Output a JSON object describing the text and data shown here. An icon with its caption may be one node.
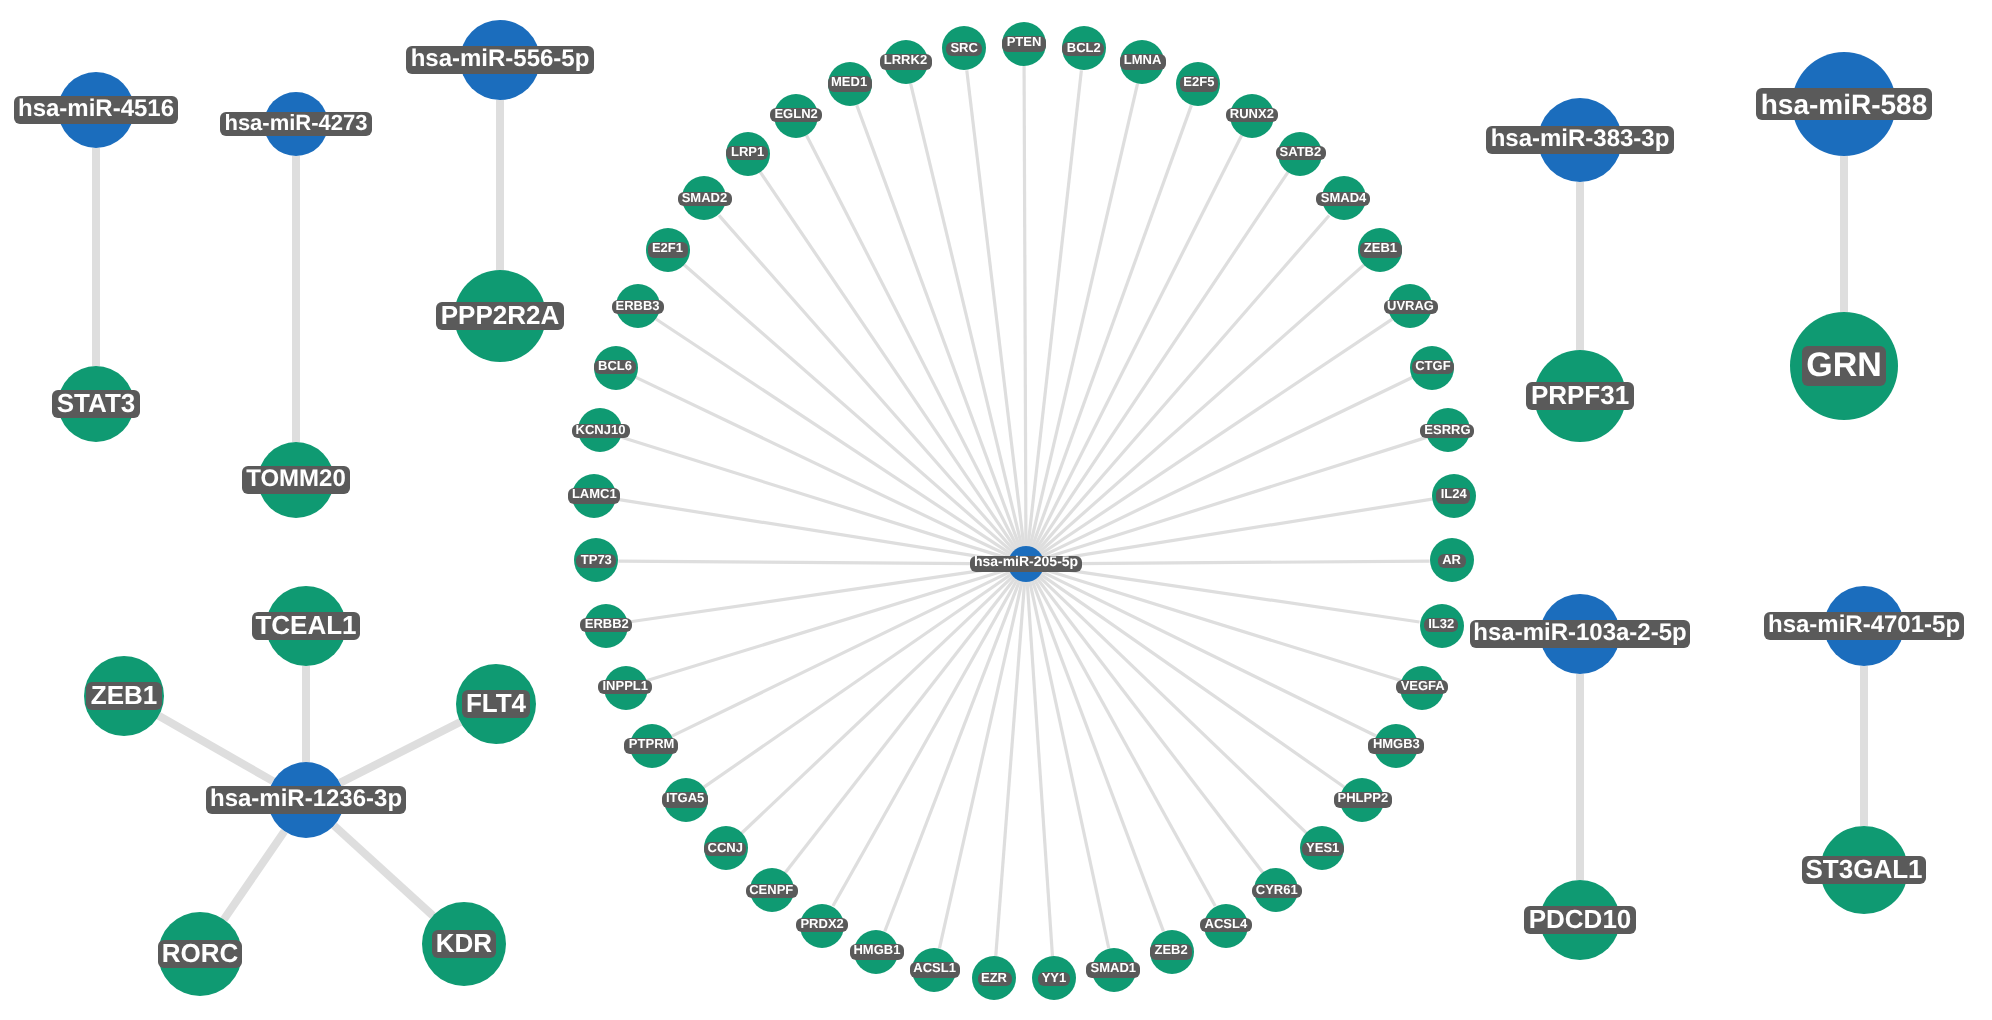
{
  "diagram": {
    "nodes": [
      {
        "text": [
          "hsa-miR-4516"
        ]
      },
      {
        "text": [
          "STAT3"
        ]
      },
      {
        "text": [
          "hsa-miR-4273"
        ]
      },
      {
        "text": [
          "TOMM20"
        ]
      },
      {
        "text": [
          "hsa-miR-556-5p"
        ]
      },
      {
        "text": [
          "PPP2R2A"
        ]
      },
      {
        "text": [
          "hsa-miR-1236-3p"
        ]
      },
      {
        "text": [
          "TCEAL1"
        ]
      },
      {
        "text": [
          "ZEB1"
        ]
      },
      {
        "text": [
          "FLT4"
        ]
      },
      {
        "text": [
          "RORC"
        ]
      },
      {
        "text": [
          "KDR"
        ]
      },
      {
        "text": [
          "hsa-miR-205-5p"
        ]
      },
      {
        "text": [
          "PTEN"
        ]
      },
      {
        "text": [
          "BCL2"
        ]
      },
      {
        "text": [
          "LMNA"
        ]
      },
      {
        "text": [
          "E2F5"
        ]
      },
      {
        "text": [
          "RUNX2"
        ]
      },
      {
        "text": [
          "SATB2"
        ]
      },
      {
        "text": [
          "SMAD4"
        ]
      },
      {
        "text": [
          "ZEB1"
        ]
      },
      {
        "text": [
          "UVRAG"
        ]
      },
      {
        "text": [
          "CTGF"
        ]
      },
      {
        "text": [
          "ESRRG"
        ]
      },
      {
        "text": [
          "IL24"
        ]
      },
      {
        "text": [
          "AR"
        ]
      },
      {
        "text": [
          "IL32"
        ]
      },
      {
        "text": [
          "VEGFA"
        ]
      },
      {
        "text": [
          "HMGB3"
        ]
      },
      {
        "text": [
          "PHLPP2"
        ]
      },
      {
        "text": [
          "YES1"
        ]
      },
      {
        "text": [
          "CYR61"
        ]
      },
      {
        "text": [
          "ACSL4"
        ]
      },
      {
        "text": [
          "ZEB2"
        ]
      },
      {
        "text": [
          "SMAD1"
        ]
      },
      {
        "text": [
          "YY1"
        ]
      },
      {
        "text": [
          "EZR"
        ]
      },
      {
        "text": [
          "ACSL1"
        ]
      },
      {
        "text": [
          "HMGB1"
        ]
      },
      {
        "text": [
          "PRDX2"
        ]
      },
      {
        "text": [
          "CENPF"
        ]
      },
      {
        "text": [
          "CCNJ"
        ]
      },
      {
        "text": [
          "ITGA5"
        ]
      },
      {
        "text": [
          "PTPRM"
        ]
      },
      {
        "text": [
          "INPPL1"
        ]
      },
      {
        "text": [
          "ERBB2"
        ]
      },
      {
        "text": [
          "TP73"
        ]
      },
      {
        "text": [
          "LAMC1"
        ]
      },
      {
        "text": [
          "KCNJ10"
        ]
      },
      {
        "text": [
          "BCL6"
        ]
      },
      {
        "text": [
          "ERBB3"
        ]
      },
      {
        "text": [
          "E2F1"
        ]
      },
      {
        "text": [
          "SMAD2"
        ]
      },
      {
        "text": [
          "LRP1"
        ]
      },
      {
        "text": [
          "EGLN2"
        ]
      },
      {
        "text": [
          "MED1"
        ]
      },
      {
        "text": [
          "LRRK2"
        ]
      },
      {
        "text": [
          "SRC"
        ]
      },
      {
        "text": [
          "hsa-miR-383-3p"
        ]
      },
      {
        "text": [
          "PRPF31"
        ]
      },
      {
        "text": [
          "hsa-miR-588"
        ]
      },
      {
        "text": [
          "GRN"
        ]
      },
      {
        "text": [
          "hsa-miR-103a-2-5p"
        ]
      },
      {
        "text": [
          "PDCD10"
        ]
      },
      {
        "text": [
          "hsa-miR-4701-5p"
        ]
      },
      {
        "text": [
          "ST3GAL1"
        ]
      }
    ],
    "edges": [
      {
        "from": 0,
        "to": 1,
        "arrow": "none",
        "style": "thick"
      },
      {
        "from": 2,
        "to": 3,
        "arrow": "none",
        "style": "thick"
      },
      {
        "from": 4,
        "to": 5,
        "arrow": "none",
        "style": "thick"
      },
      {
        "from": 6,
        "to": 7,
        "arrow": "none",
        "style": "thick"
      },
      {
        "from": 6,
        "to": 8,
        "arrow": "none",
        "style": "thick"
      },
      {
        "from": 6,
        "to": 9,
        "arrow": "none",
        "style": "thick"
      },
      {
        "from": 6,
        "to": 10,
        "arrow": "none",
        "style": "thick"
      },
      {
        "from": 6,
        "to": 11,
        "arrow": "none",
        "style": "thick"
      },
      {
        "from": 12,
        "to": 13,
        "arrow": "none"
      },
      {
        "from": 12,
        "to": 14,
        "arrow": "none"
      },
      {
        "from": 12,
        "to": 15,
        "arrow": "none"
      },
      {
        "from": 12,
        "to": 16,
        "arrow": "none"
      },
      {
        "from": 12,
        "to": 17,
        "arrow": "none"
      },
      {
        "from": 12,
        "to": 18,
        "arrow": "none"
      },
      {
        "from": 12,
        "to": 19,
        "arrow": "none"
      },
      {
        "from": 12,
        "to": 20,
        "arrow": "none"
      },
      {
        "from": 12,
        "to": 21,
        "arrow": "none"
      },
      {
        "from": 12,
        "to": 22,
        "arrow": "none"
      },
      {
        "from": 12,
        "to": 23,
        "arrow": "none"
      },
      {
        "from": 12,
        "to": 24,
        "arrow": "none"
      },
      {
        "from": 12,
        "to": 25,
        "arrow": "none"
      },
      {
        "from": 12,
        "to": 26,
        "arrow": "none"
      },
      {
        "from": 12,
        "to": 27,
        "arrow": "none"
      },
      {
        "from": 12,
        "to": 28,
        "arrow": "none"
      },
      {
        "from": 12,
        "to": 29,
        "arrow": "none"
      },
      {
        "from": 12,
        "to": 30,
        "arrow": "none"
      },
      {
        "from": 12,
        "to": 31,
        "arrow": "none"
      },
      {
        "from": 12,
        "to": 32,
        "arrow": "none"
      },
      {
        "from": 12,
        "to": 33,
        "arrow": "none"
      },
      {
        "from": 12,
        "to": 34,
        "arrow": "none"
      },
      {
        "from": 12,
        "to": 35,
        "arrow": "none"
      },
      {
        "from": 12,
        "to": 36,
        "arrow": "none"
      },
      {
        "from": 12,
        "to": 37,
        "arrow": "none"
      },
      {
        "from": 12,
        "to": 38,
        "arrow": "none"
      },
      {
        "from": 12,
        "to": 39,
        "arrow": "none"
      },
      {
        "from": 12,
        "to": 40,
        "arrow": "none"
      },
      {
        "from": 12,
        "to": 41,
        "arrow": "none"
      },
      {
        "from": 12,
        "to": 42,
        "arrow": "none"
      },
      {
        "from": 12,
        "to": 43,
        "arrow": "none"
      },
      {
        "from": 12,
        "to": 44,
        "arrow": "none"
      },
      {
        "from": 12,
        "to": 45,
        "arrow": "none"
      },
      {
        "from": 12,
        "to": 46,
        "arrow": "none"
      },
      {
        "from": 12,
        "to": 47,
        "arrow": "none"
      },
      {
        "from": 12,
        "to": 48,
        "arrow": "none"
      },
      {
        "from": 12,
        "to": 49,
        "arrow": "none"
      },
      {
        "from": 12,
        "to": 50,
        "arrow": "none"
      },
      {
        "from": 12,
        "to": 51,
        "arrow": "none"
      },
      {
        "from": 12,
        "to": 52,
        "arrow": "none"
      },
      {
        "from": 12,
        "to": 53,
        "arrow": "none"
      },
      {
        "from": 12,
        "to": 54,
        "arrow": "none"
      },
      {
        "from": 12,
        "to": 55,
        "arrow": "none"
      },
      {
        "from": 12,
        "to": 56,
        "arrow": "none"
      },
      {
        "from": 12,
        "to": 57,
        "arrow": "none"
      },
      {
        "from": 58,
        "to": 59,
        "arrow": "none",
        "style": "thick"
      },
      {
        "from": 60,
        "to": 61,
        "arrow": "none",
        "style": "thick"
      },
      {
        "from": 62,
        "to": 63,
        "arrow": "none",
        "style": "thick"
      },
      {
        "from": 64,
        "to": 65,
        "arrow": "none",
        "style": "thick"
      }
    ]
  }
}
